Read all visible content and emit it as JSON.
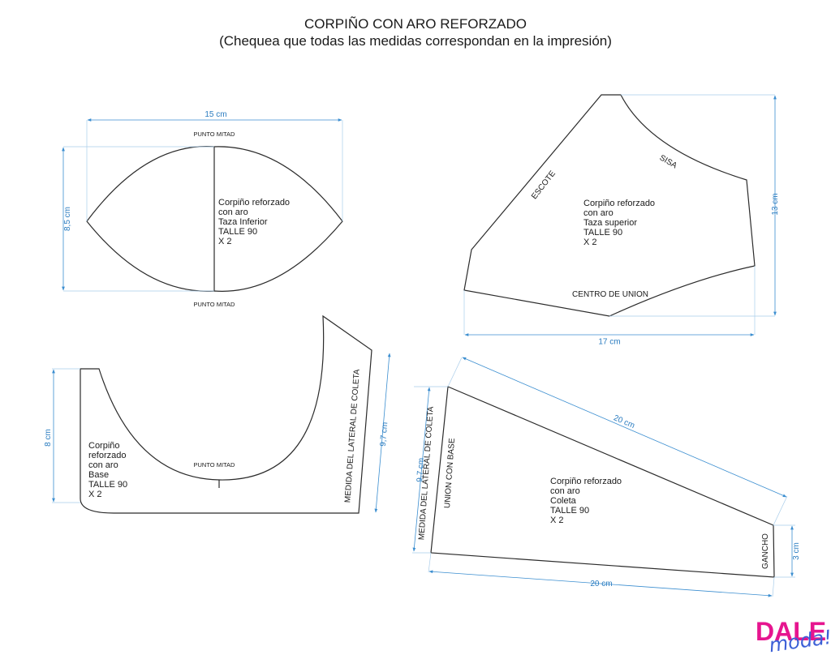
{
  "header": {
    "title": "CORPIÑO CON ARO REFORZADO",
    "subtitle": "(Chequea que todas las medidas correspondan en la impresión)"
  },
  "pieces": {
    "taza_inferior": {
      "lines": [
        "Corpiño reforzado",
        "con aro",
        "Taza Inferior",
        "TALLE 90",
        "X 2"
      ],
      "width_label": "15 cm",
      "height_label": "8,5 cm",
      "top_mark": "PUNTO MITAD",
      "bottom_mark": "PUNTO MITAD"
    },
    "taza_superior": {
      "lines": [
        "Corpiño reforzado",
        "con aro",
        "Taza superior",
        "TALLE 90",
        "X 2"
      ],
      "width_label": "17 cm",
      "height_label": "13 cm",
      "edge_escote": "ESCOTE",
      "edge_sisa": "SISA",
      "edge_bottom": "CENTRO DE UNION"
    },
    "base": {
      "lines": [
        "Corpiño",
        "reforzado",
        "con aro",
        "Base",
        "TALLE 90",
        "X 2"
      ],
      "left_label": "8 cm",
      "right_label": "9,7 cm",
      "mid_mark": "PUNTO MITAD",
      "edge_right": "MEDIDA DEL LATERAL DE COLETA"
    },
    "coleta": {
      "lines": [
        "Corpiño reforzado",
        "con aro",
        "Coleta",
        "TALLE 90",
        "X 2"
      ],
      "top_label": "20 cm",
      "bottom_label": "20 cm",
      "left_label": "9,7 cm",
      "right_label": "3 cm",
      "edge_left_outer": "MEDIDA DEL LATERAL DE COLETA",
      "edge_left_inner": "UNION CON BASE",
      "edge_right": "GANCHO"
    }
  },
  "logo": {
    "word": "DALE",
    "script": "moda!",
    "colors": {
      "word": "#e6158f",
      "script": "#3c5fd6"
    }
  },
  "colors": {
    "dimension": "#3b8ed0",
    "outline": "#2b2b2b"
  }
}
